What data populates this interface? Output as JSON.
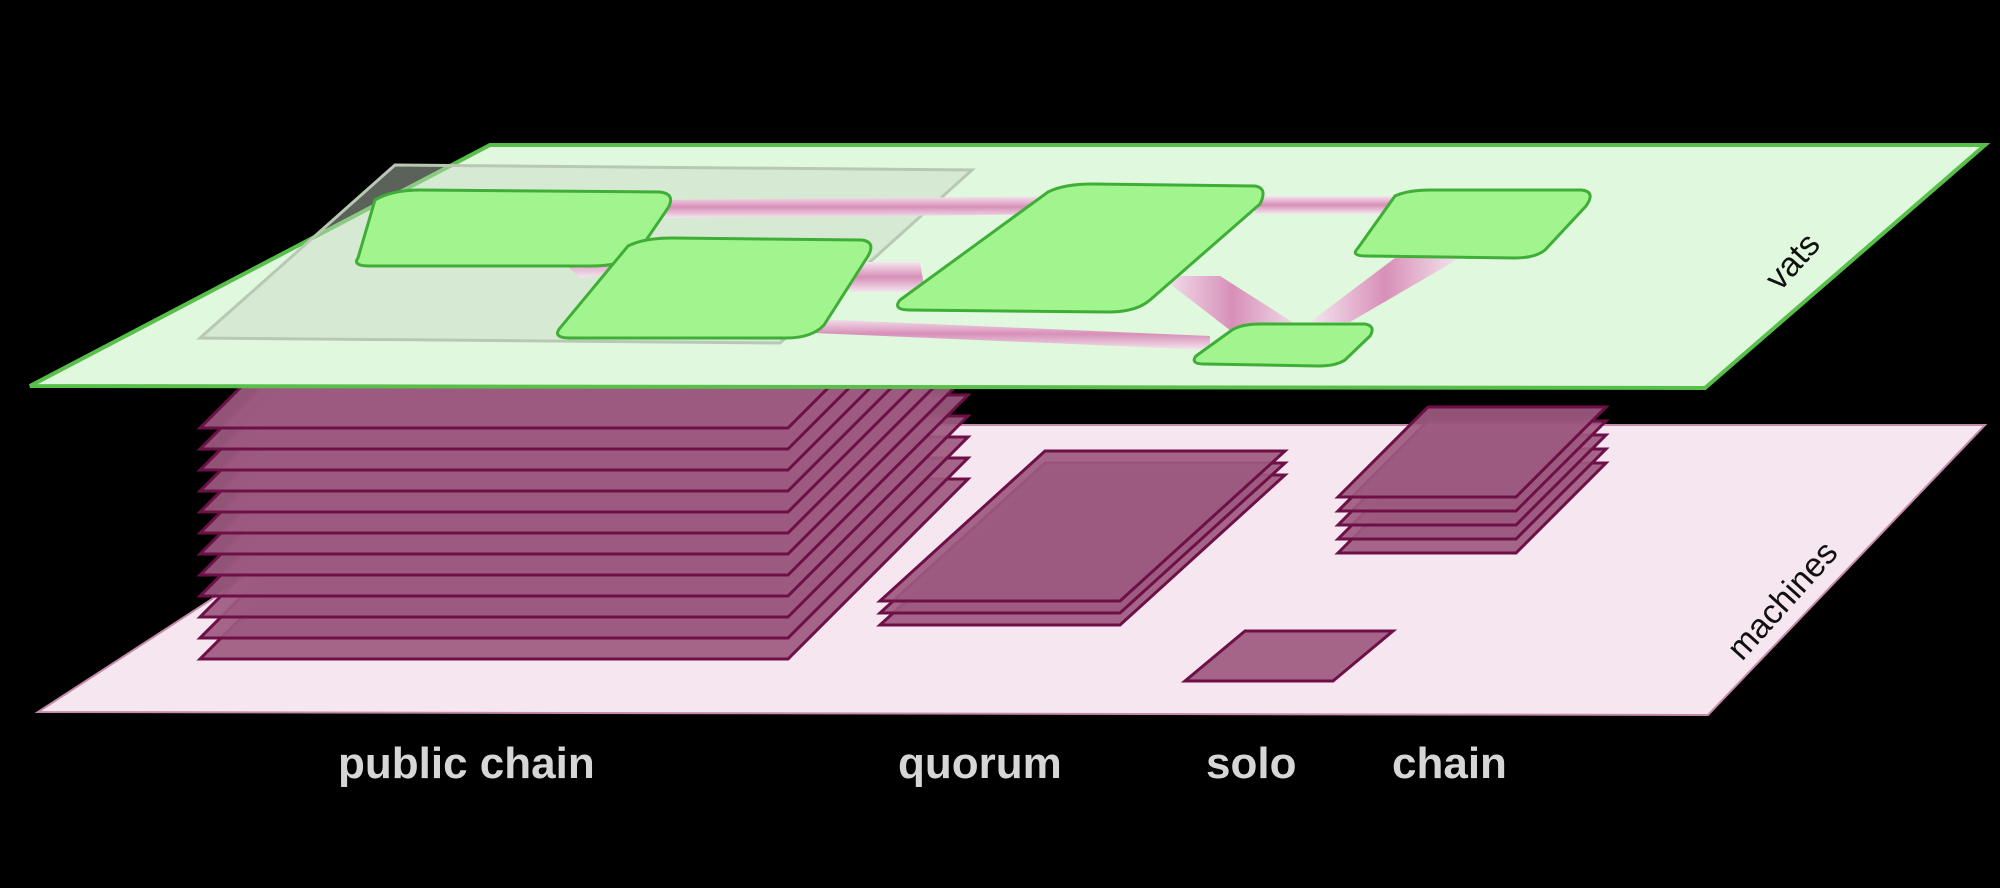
{
  "planes": {
    "top_label": "vats",
    "bottom_label": "machines"
  },
  "categories": [
    {
      "id": "public-chain",
      "label": "public chain"
    },
    {
      "id": "quorum",
      "label": "quorum"
    },
    {
      "id": "solo",
      "label": "solo"
    },
    {
      "id": "chain",
      "label": "chain"
    }
  ],
  "stacks": {
    "public_chain_layers": 12,
    "quorum_layers": 3,
    "solo_layers": 1,
    "chain_layers": 5
  },
  "colors": {
    "background": "#000000",
    "vats_plane": "#e0f8de",
    "vats_edge": "#58c04a",
    "vat_fill": "#a2f58e",
    "machines_plane": "#f6e6f0",
    "machine_fill": "#9d5a80",
    "machine_edge": "#6e1048",
    "connector": "#e2a6c8",
    "label_text": "#d6d6d6"
  }
}
